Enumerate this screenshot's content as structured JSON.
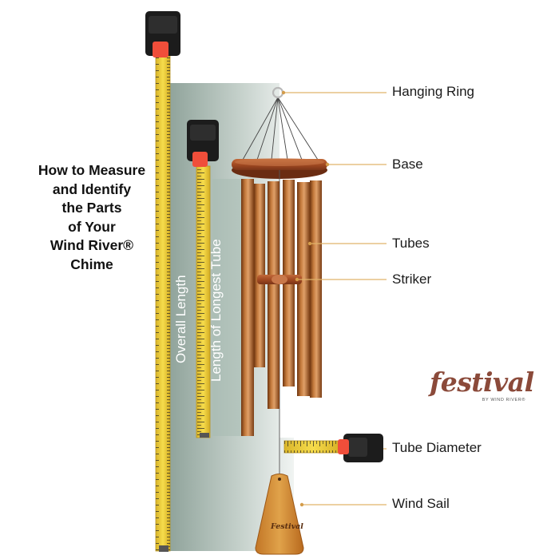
{
  "heading": {
    "lines": [
      "How to Measure",
      "and Identify",
      "the Parts",
      "of Your",
      "Wind River®",
      "Chime"
    ]
  },
  "parts": {
    "hanging_ring": "Hanging Ring",
    "base": "Base",
    "tubes": "Tubes",
    "striker": "Striker",
    "tube_diameter": "Tube Diameter",
    "wind_sail": "Wind Sail"
  },
  "measurements": {
    "overall_length": "Overall Length",
    "longest_tube": "Length of Longest Tube"
  },
  "brand": {
    "logo": "festival",
    "tagline": "BY WIND RIVER®"
  },
  "sail_stamp": "Festival",
  "colors": {
    "tape": "#f2d33a",
    "tape_case": "#1c1c1c",
    "tape_button": "#f04e3a",
    "copper": "#b86a2e",
    "wood": "#a6512a",
    "sail": "#d18a33",
    "leader_line": "#e0b36a",
    "panel": "#9fb2a8"
  }
}
